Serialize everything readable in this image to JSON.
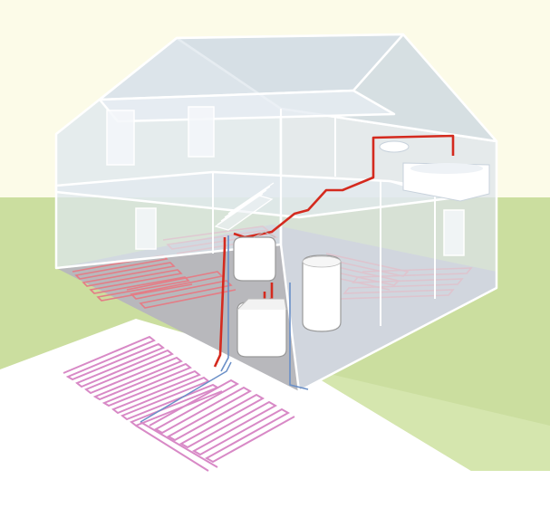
{
  "colors": {
    "sky": "#fcfbe8",
    "grass": "#cbde9f",
    "grass_edge": "#d9e8b6",
    "ground_white": "#ffffff",
    "house_glass": "#dde6ee",
    "house_glass_dark": "#c9d5e0",
    "house_edge": "#ffffff",
    "floor": "#b8b8bc",
    "hot_pipe": "#d42a1e",
    "floor_heating_pipe": "#e47d86",
    "ground_collector": "#d889c6",
    "return_pipe": "#6a8fc7",
    "tank": "#ffffff"
  },
  "components": [
    "house-cutaway",
    "underfloor-heating-loops",
    "ground-collector-loops",
    "heat-pump-unit",
    "buffer-unit",
    "hot-water-cylinder",
    "washbasin",
    "bathtub",
    "staircase"
  ]
}
